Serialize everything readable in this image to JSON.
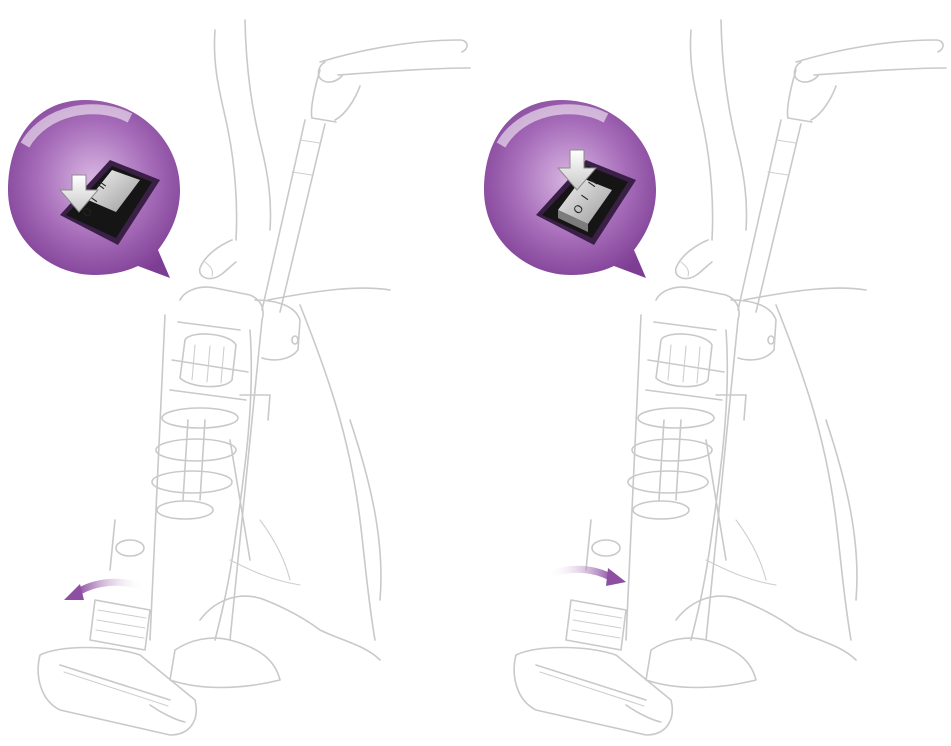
{
  "scenes": [
    {
      "id": "left",
      "switch_position": "off",
      "switch_symbols": [
        "II",
        "I",
        "O"
      ],
      "rotation_direction": "counterclockwise",
      "accent_color": "#8e4fa2",
      "icon": "down-arrow-icon"
    },
    {
      "id": "right",
      "switch_position": "on",
      "switch_symbols": [
        "II",
        "I",
        "O"
      ],
      "rotation_direction": "clockwise",
      "accent_color": "#8e4fa2",
      "icon": "down-arrow-icon"
    }
  ],
  "colors": {
    "outline": "#c9c9cb",
    "purple_dark": "#6f2f86",
    "purple_mid": "#8e4fa2",
    "purple_light": "#c89ad6"
  }
}
